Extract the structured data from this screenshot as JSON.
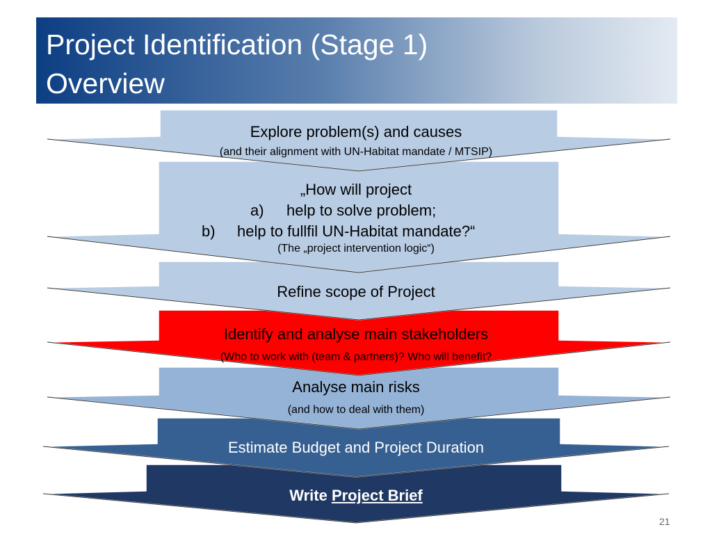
{
  "header": {
    "title_line_1": "Project Identification (Stage 1)",
    "title_line_2": "Overview"
  },
  "steps": [
    {
      "main": "Explore problem(s) and causes",
      "sub": "(and their alignment with UN-Habitat mandate / MTSIP)"
    },
    {
      "intro": "„How will project",
      "items": [
        {
          "marker": "a)",
          "text": "help to solve problem;"
        },
        {
          "marker": "b)",
          "text": "help to fullfil UN-Habitat mandate?“"
        }
      ],
      "sub": "(The „project intervention logic“)"
    },
    {
      "main": "Refine scope of Project"
    },
    {
      "main": "Identify and analyse main stakeholders",
      "sub": "(Who to work with (team & partners)? Who will benefit?"
    },
    {
      "main": "Analyse main risks",
      "sub": "(and how to deal with them)"
    },
    {
      "main": "Estimate Budget and Project Duration"
    },
    {
      "prefix": "Write ",
      "link": "Project Brief"
    }
  ],
  "colors": {
    "light_blue": "#b8cce4",
    "red": "#ff0000",
    "mid_blue": "#95b3d7",
    "blue": "#376092",
    "dark_navy": "#1f3864"
  },
  "page_number": "21"
}
